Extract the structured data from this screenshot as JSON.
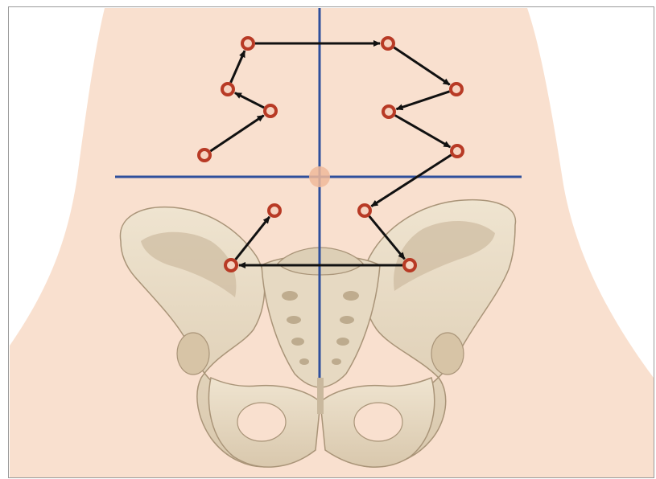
{
  "colors": {
    "background": "#ffffff",
    "frame": "#9a9a9a",
    "skin": "#f9e0cf",
    "bone_fill": "#e8dcc6",
    "bone_shade": "#c9b89d",
    "bone_dark": "#a99478",
    "axis_line": "#2f4f9c",
    "navel": "#f0b89a",
    "point_ring": "#b83a25",
    "point_center": "#f6d3c0",
    "arrow": "#111111"
  },
  "diagram": {
    "quadrant_axes": [
      "vertical-midline",
      "horizontal-umbilical-line"
    ],
    "point_count": 12,
    "arrow_count": 11
  },
  "icons": {
    "point": "circle-marker-icon",
    "arrow": "arrow-icon",
    "navel": "umbilicus-icon"
  }
}
